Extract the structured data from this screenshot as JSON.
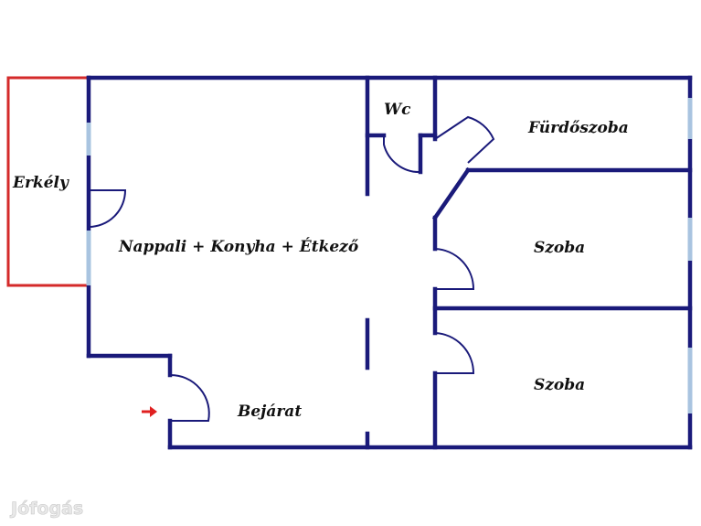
{
  "rooms": {
    "balcony": "Erkély",
    "living": "Nappali + Konyha + Étkező",
    "wc": "Wc",
    "bathroom": "Fürdőszoba",
    "room1": "Szoba",
    "room2": "Szoba",
    "entrance": "Bejárat"
  },
  "watermark": {
    "brand": "Jófogás"
  },
  "colors": {
    "wall": "#1a1a7a",
    "window": "#a9c4e0",
    "balcony": "#d42a2a",
    "entrance_arrow": "#e02020"
  }
}
